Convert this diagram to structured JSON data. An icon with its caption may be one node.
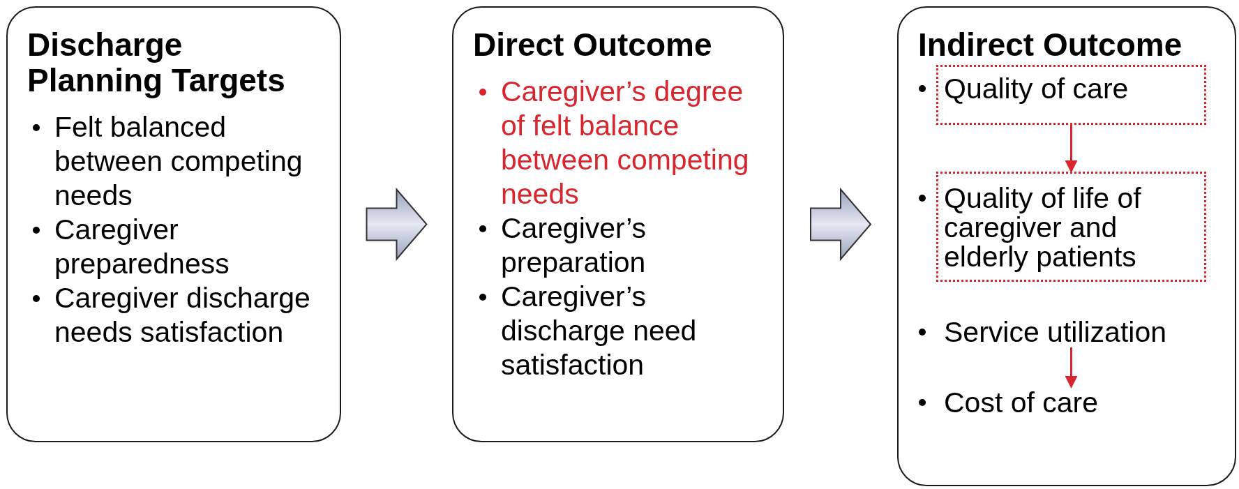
{
  "diagram": {
    "nodes": [
      {
        "text": [
          "Discharge Planning Targets",
          "Felt balanced between competing needs",
          "Caregiver preparedness",
          "Caregiver discharge needs satisfaction"
        ]
      },
      {
        "text": [
          "Direct Outcome",
          "Caregiver’s degree of felt balance between competing needs",
          "Caregiver’s preparation",
          "Caregiver’s discharge need satisfaction"
        ]
      },
      {
        "text": [
          "Indirect Outcome"
        ]
      },
      {
        "text": [
          "Quality of care"
        ],
        "in": 2
      },
      {
        "text": [
          "Quality of life of caregiver and elderly patients"
        ],
        "in": 2
      },
      {
        "text": [
          "Service utilization"
        ],
        "in": 2
      },
      {
        "text": [
          "Cost of care"
        ],
        "in": 2
      }
    ],
    "edges": [
      {
        "from": 0,
        "to": 1,
        "arrow": "to"
      },
      {
        "from": 1,
        "to": 2,
        "arrow": "to"
      },
      {
        "from": 3,
        "to": 4,
        "arrow": "to",
        "color": "#d9262e"
      },
      {
        "from": 5,
        "to": 6,
        "arrow": "to",
        "color": "#d9262e"
      }
    ]
  }
}
